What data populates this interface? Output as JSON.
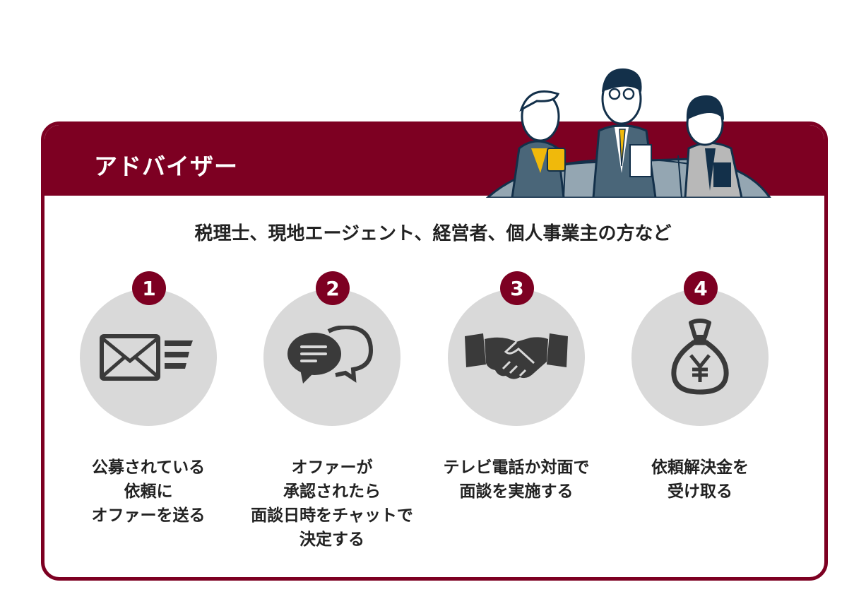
{
  "header": {
    "title": "アドバイザー"
  },
  "subtitle": "税理士、現地エージェント、経営者、個人事業主の方など",
  "steps": [
    {
      "number": "1",
      "icon": "mail-icon",
      "caption_lines": [
        "公募されている",
        "依頼に",
        "オファーを送る"
      ]
    },
    {
      "number": "2",
      "icon": "chat-bubbles-icon",
      "caption_lines": [
        "オファーが",
        "承認されたら",
        "面談日時をチャットで",
        "決定する"
      ]
    },
    {
      "number": "3",
      "icon": "handshake-icon",
      "caption_lines": [
        "テレビ電話か対面で",
        "面談を実施する"
      ]
    },
    {
      "number": "4",
      "icon": "yen-money-bag-icon",
      "caption_lines": [
        "依頼解決金を",
        "受け取る"
      ]
    }
  ],
  "colors": {
    "accent": "#7d0022",
    "circle": "#d9d9d9",
    "icon": "#3a3a3a"
  }
}
